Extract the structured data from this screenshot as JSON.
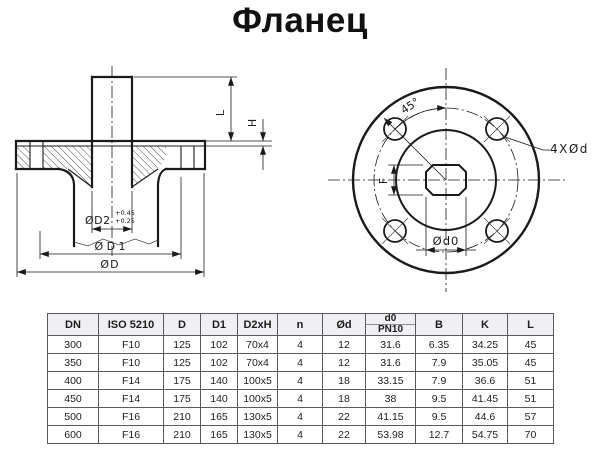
{
  "title": "Фланец",
  "colors": {
    "ink": "#1a1a1a",
    "table_border": "#5a5a5a",
    "header_bg": "#f0f0f4"
  },
  "section_view": {
    "dim_L": "L",
    "dim_H": "H",
    "dim_D2": "ØD2",
    "dim_D2_tol_top": "+0.45",
    "dim_D2_tol_bottom": "+0.25",
    "dim_D1": "Ø D 1",
    "dim_D": "ØD"
  },
  "front_view": {
    "dim_angle": "45°",
    "dim_holes": "4XØd",
    "dim_F": "F",
    "dim_d0": "Ød0"
  },
  "table": {
    "columns": [
      "DN",
      "ISO 5210",
      "D",
      "D1",
      "D2xH",
      "n",
      "Ød",
      {
        "top": "d0",
        "bottom": "PN10"
      },
      "B",
      "K",
      "L"
    ],
    "rows": [
      [
        "300",
        "F10",
        "125",
        "102",
        "70x4",
        "4",
        "12",
        "31.6",
        "6.35",
        "34.25",
        "45"
      ],
      [
        "350",
        "F10",
        "125",
        "102",
        "70x4",
        "4",
        "12",
        "31.6",
        "7.9",
        "35.05",
        "45"
      ],
      [
        "400",
        "F14",
        "175",
        "140",
        "100x5",
        "4",
        "18",
        "33.15",
        "7.9",
        "36.6",
        "51"
      ],
      [
        "450",
        "F14",
        "175",
        "140",
        "100x5",
        "4",
        "18",
        "38",
        "9.5",
        "41.45",
        "51"
      ],
      [
        "500",
        "F16",
        "210",
        "165",
        "130x5",
        "4",
        "22",
        "41.15",
        "9.5",
        "44.6",
        "57"
      ],
      [
        "600",
        "F16",
        "210",
        "165",
        "130x5",
        "4",
        "22",
        "53.98",
        "12.7",
        "54.75",
        "70"
      ]
    ]
  }
}
